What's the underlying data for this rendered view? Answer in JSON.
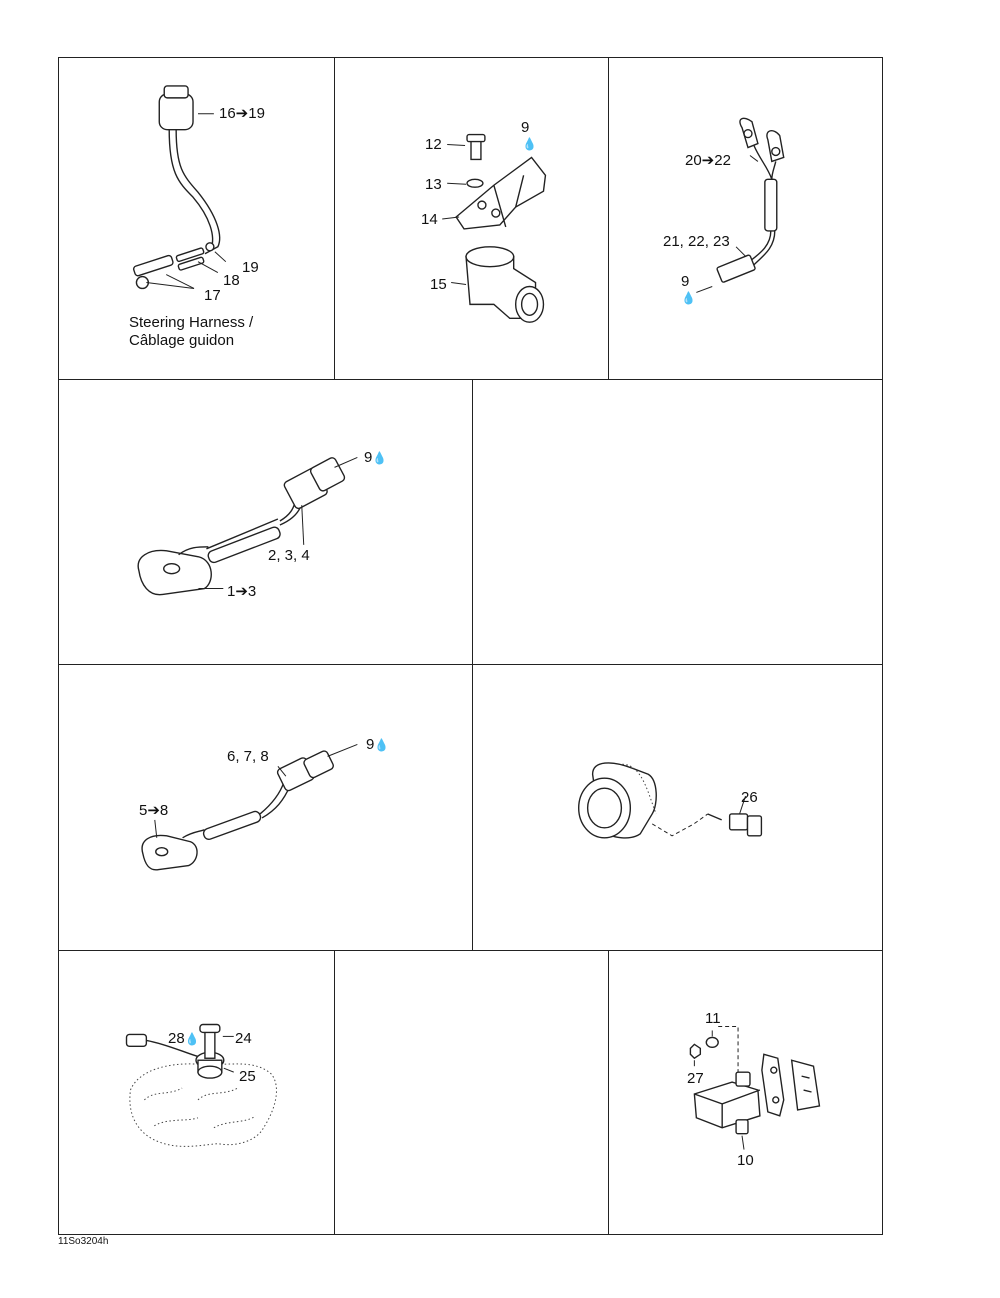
{
  "panels": {
    "steering_harness": {
      "callouts": [
        "16➔19",
        "19",
        "18",
        "17"
      ],
      "caption_line1": "Steering Harness /",
      "caption_line2": "Câblage guidon"
    },
    "bracket_sensor": {
      "callouts": [
        "12",
        "9",
        "13",
        "14",
        "15"
      ]
    },
    "ground_cable": {
      "callouts": [
        "20➔22",
        "21, 22, 23",
        "9"
      ]
    },
    "sensor_1": {
      "callouts": [
        "9",
        "2, 3, 4",
        "1➔3"
      ]
    },
    "sensor_2": {
      "callouts": [
        "6, 7, 8",
        "9",
        "5➔8"
      ]
    },
    "temp_sensor": {
      "callouts": [
        "26"
      ]
    },
    "knock_sensor": {
      "callouts": [
        "28",
        "24",
        "25"
      ]
    },
    "solenoid": {
      "callouts": [
        "11",
        "27",
        "10"
      ]
    }
  },
  "footer": {
    "code": "11So3204h"
  }
}
